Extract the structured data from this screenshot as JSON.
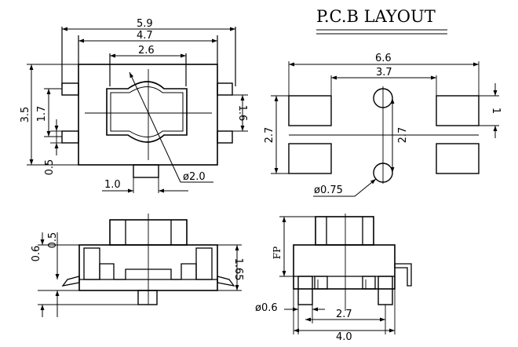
{
  "title": "P.C.B LAYOUT",
  "top_view": {
    "dim_width_outer": "5.9",
    "dim_width_mid": "4.7",
    "dim_width_inner": "2.6",
    "dim_height": "3.5",
    "dim_pin_pitch": "1.7",
    "dim_right_pin": "1.6",
    "dim_pin_width": "0.5",
    "dim_post_width": "1.0",
    "dim_circle": "ø2.0"
  },
  "pcb_layout": {
    "dim_pad_span": "6.6",
    "dim_hole_span": "3.7",
    "dim_pad_height": "1",
    "dim_pitch_left": "2.7",
    "dim_pitch_right": "2.7",
    "dim_hole_dia": "ø0.75"
  },
  "side_view": {
    "dim_top": "0.5",
    "dim_left": "0.6",
    "dim_height": "1.65"
  },
  "end_view": {
    "label_fp": "FP",
    "dim_pin_dia": "ø0.6",
    "dim_spacing": "2.7",
    "dim_width": "4.0"
  }
}
